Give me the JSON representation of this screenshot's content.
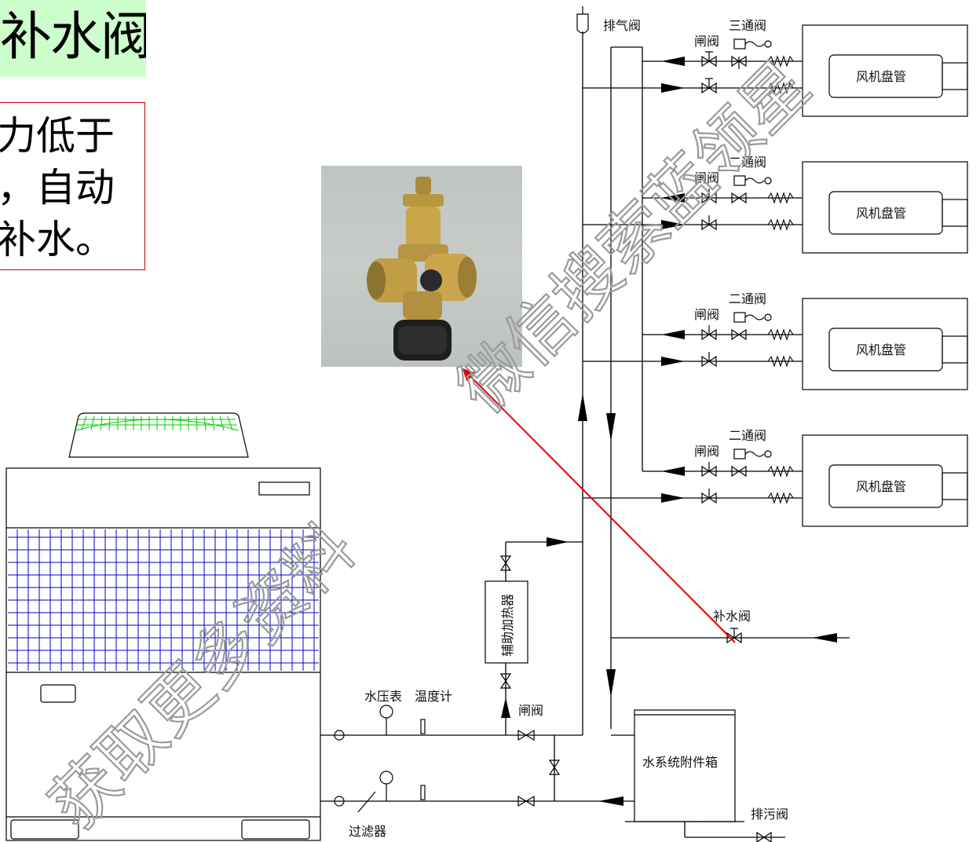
{
  "title": "补水阀",
  "description_lines": [
    "当压力低于",
    "设定值，自动",
    "补水。"
  ],
  "labels": {
    "exhaust_valve": "排气阀",
    "three_way_valve": "三通阀",
    "two_way_valve": "二通阀",
    "gate_valve": "闸阀",
    "fan_coil": "风机盘管",
    "aux_heater": "辅助加热器",
    "makeup_valve": "补水阀",
    "pressure_gauge": "水压表",
    "thermometer": "温度计",
    "filter": "过滤器",
    "accessory_box": "水系统附件箱",
    "drain_valve": "排污阀"
  },
  "watermark": [
    "获取更多资料",
    "微信搜索蓝领星"
  ],
  "colors": {
    "title_bg": "#ccffcc",
    "desc_border": "#cc0000",
    "pointer": "#e00000",
    "grid": "#0000cc",
    "fan_grille": "#00cc00"
  }
}
